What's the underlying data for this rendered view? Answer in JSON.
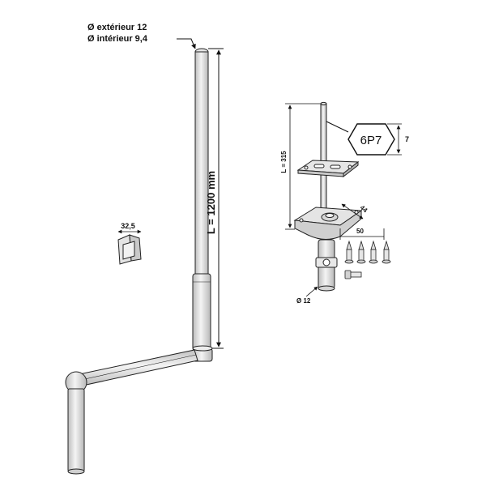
{
  "tube": {
    "outer_diameter_label": "Ø extérieur 12",
    "inner_diameter_label": "Ø intérieur 9,4",
    "length_label": "L = 1200 mm"
  },
  "clip": {
    "width_label": "32,5"
  },
  "gearbox": {
    "hex_label": "6P7",
    "hex_size_label": "7",
    "shaft_length_label": "L = 315",
    "plate_width_label": "44",
    "plate_length_label": "50",
    "joint_diameter_label": "Ø 12"
  },
  "colors": {
    "line": "#222222",
    "part_fill": "#e2e2e2",
    "part_shade": "#c4c4c4",
    "background": "#ffffff"
  }
}
